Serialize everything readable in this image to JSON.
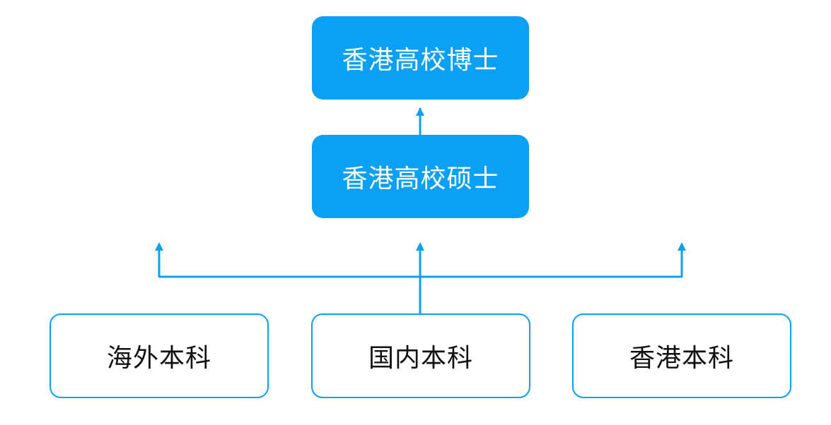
{
  "diagram": {
    "top": {
      "phd": "香港高校博士",
      "master": "香港高校硕士"
    },
    "sources": {
      "overseas": "海外本科",
      "domestic": "国内本科",
      "hongkong": "香港本科"
    }
  },
  "colors": {
    "accent": "#0aa0f5",
    "text_dark": "#111111",
    "text_light": "#ffffff"
  }
}
